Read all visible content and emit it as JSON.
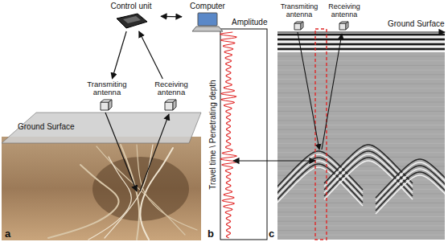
{
  "diagram": {
    "nodes": [
      {
        "text": [
          "Control unit"
        ]
      },
      {
        "text": [
          "Computer"
        ]
      },
      {
        "text": [
          "Transmiting antenna"
        ]
      },
      {
        "text": [
          "Receiving antenna"
        ]
      },
      {
        "text": [
          "Transmiting antenna"
        ]
      },
      {
        "text": [
          "Receiving antenna"
        ]
      }
    ],
    "edges": [
      {
        "from": 0,
        "to": 1,
        "arrow": "both"
      },
      {
        "from": 0,
        "to": 2,
        "arrow": "to"
      },
      {
        "from": 3,
        "to": 0,
        "arrow": "to"
      }
    ],
    "labels": [
      "Ground Surface",
      "a",
      "Amplitude",
      "Travel time \\ Penetrating depth",
      "b",
      "Ground Surface",
      "c"
    ]
  }
}
